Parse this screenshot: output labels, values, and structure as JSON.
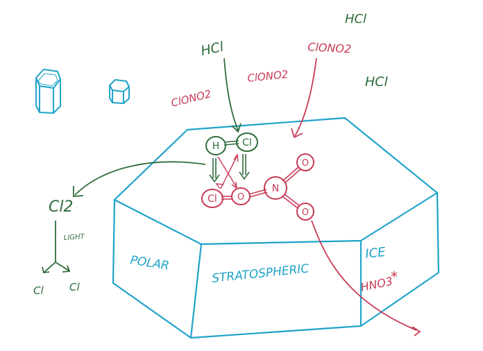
{
  "colors": {
    "green": "#2e6b3a",
    "red": "#c73a55",
    "blue": "#1fa3c9",
    "ink": "#1a1a1a"
  },
  "gas_labels": {
    "hcl_top_right": "HCl",
    "hcl_center": "HCl",
    "hcl_right": "HCl",
    "clono2_left": "ClONO2",
    "clono2_middle": "ClONO2",
    "clono2_right": "ClONO2"
  },
  "molecules": {
    "hcl": {
      "atom_h": "H",
      "atom_cl": "Cl"
    },
    "clono2": {
      "atom_cl": "Cl",
      "atom_o1": "O",
      "atom_n": "N",
      "atom_o2": "O",
      "atom_o3": "O"
    }
  },
  "products": {
    "cl2": "Cl2",
    "light_label": "LIGHT",
    "cl_left": "Cl",
    "cl_right": "Cl",
    "hno3": "HNO3",
    "star": "*"
  },
  "crystal_faces": {
    "left": "POLAR",
    "front": "STRATOSPHERIC",
    "right": "ICE"
  },
  "icons": [
    "small-ice-crystal-icon",
    "tiny-ice-crystal-icon"
  ]
}
